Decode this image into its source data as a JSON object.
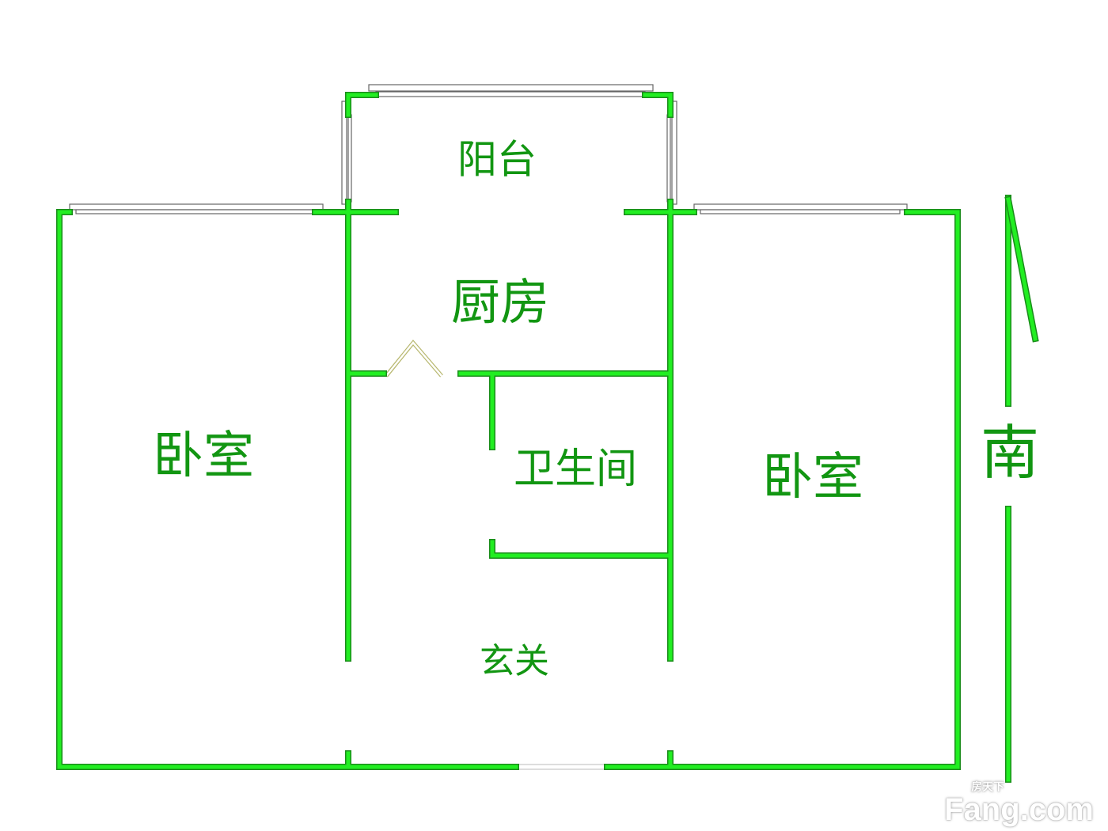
{
  "rooms": {
    "balcony": "阳台",
    "kitchen": "厨房",
    "bedroom_left": "卧室",
    "bathroom": "卫生间",
    "bedroom_right": "卧室",
    "entrance": "玄关"
  },
  "compass": {
    "direction": "南"
  },
  "colors": {
    "wall": "#22ee22",
    "text": "#129612"
  },
  "logo": {
    "text": "Fang.com",
    "sub": "房天下"
  }
}
